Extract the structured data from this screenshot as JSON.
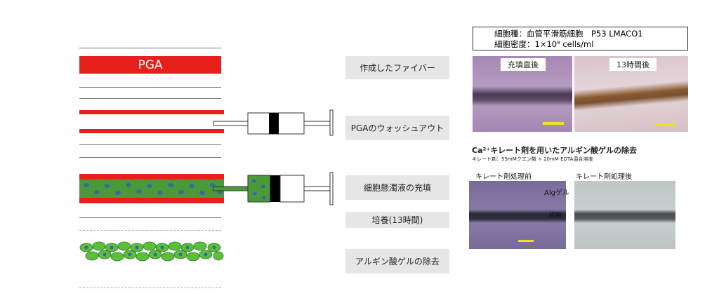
{
  "diagram": {
    "pga_label": "PGA"
  },
  "steps": [
    "作成したファイバー",
    "PGAのウォッシュアウト",
    "細胞懸濁液の充填",
    "培養(13時間)",
    "アルギン酸ゲルの除去"
  ],
  "info": {
    "line1": "細胞種：血管平滑筋細胞　P53 LMACO1",
    "line2": "細胞密度：1×10⁸ cells/ml"
  },
  "photos_top": {
    "left_label": "充填直後",
    "right_label": "13時間後"
  },
  "chelate": {
    "title": "Ca²⁺キレート剤を用いたアルギン酸ゲルの除去",
    "subtitle": "キレート剤：55mMクエン酸 + 20mM EDTA混合溶液",
    "before": "キレート剤処理前",
    "after": "キレート剤処理後",
    "alg_label": "Algゲル",
    "cell_label": "細胞"
  },
  "colors": {
    "red": "#e8201c",
    "green": "#4a9a3a",
    "cell": "#3a6a9a"
  }
}
